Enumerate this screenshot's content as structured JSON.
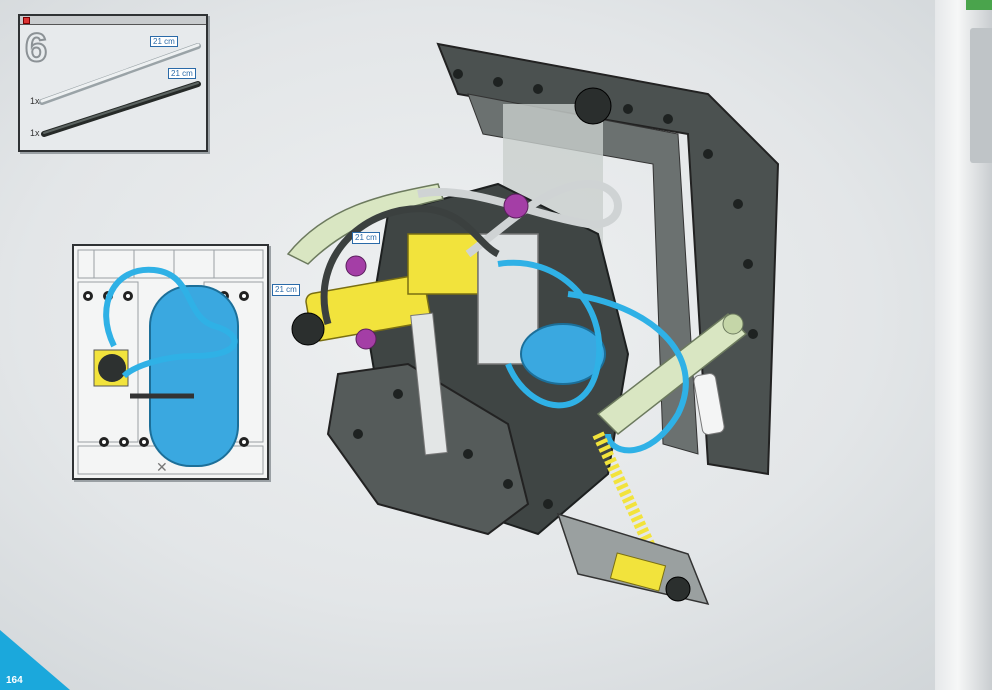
{
  "step": {
    "number": "6"
  },
  "parts": [
    {
      "quantity": "1x",
      "length": "21 cm",
      "color": "#cfd6da",
      "icon": "light-gray-flex-axle-icon"
    },
    {
      "quantity": "1x",
      "length": "21 cm",
      "color": "#3c423f",
      "icon": "black-flex-axle-icon"
    }
  ],
  "callouts": [
    {
      "text": "21 cm"
    },
    {
      "text": "21 cm"
    }
  ],
  "page": {
    "number": "164",
    "accent": "#1ba8dc"
  },
  "colors": {
    "frame": "#4b5150",
    "blue_hose": "#2fb1e6",
    "pneumatic_tank": "#3aa8e0",
    "yellow": "#f2e33c",
    "purple": "#a43ea6",
    "light_green": "#d9e6c2"
  }
}
